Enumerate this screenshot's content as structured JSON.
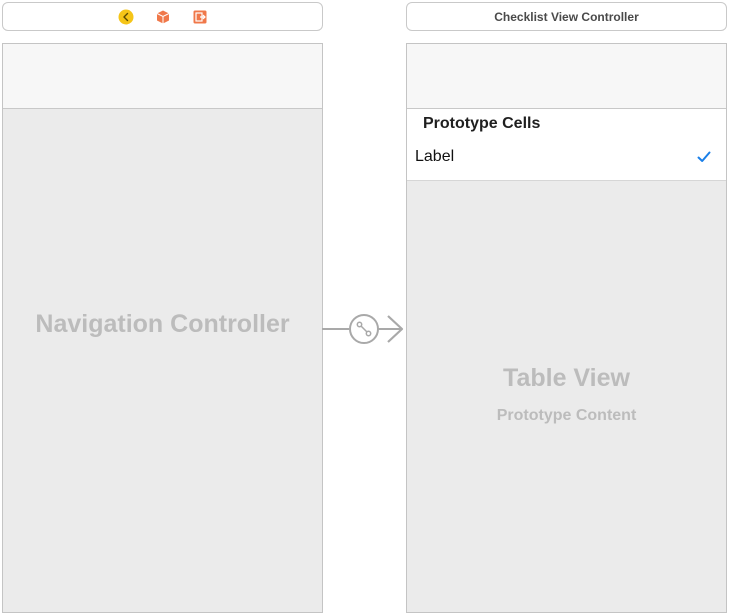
{
  "left_scene": {
    "dock_icons": [
      {
        "icon": "back-chevron-icon",
        "color": "#f5c518"
      },
      {
        "icon": "cube-icon",
        "color": "#f0784a"
      },
      {
        "icon": "exit-icon",
        "color": "#f0784a"
      }
    ],
    "center_label": "Navigation Controller"
  },
  "right_scene": {
    "dock_title": "Checklist View Controller",
    "section_header": "Prototype Cells",
    "cell": {
      "label": "Label",
      "accessory": "checkmark-icon",
      "accent_color": "#1a7fe8"
    },
    "table_title": "Table View",
    "table_subtitle": "Prototype Content"
  },
  "segue": {
    "icon": "segue-link-icon"
  }
}
